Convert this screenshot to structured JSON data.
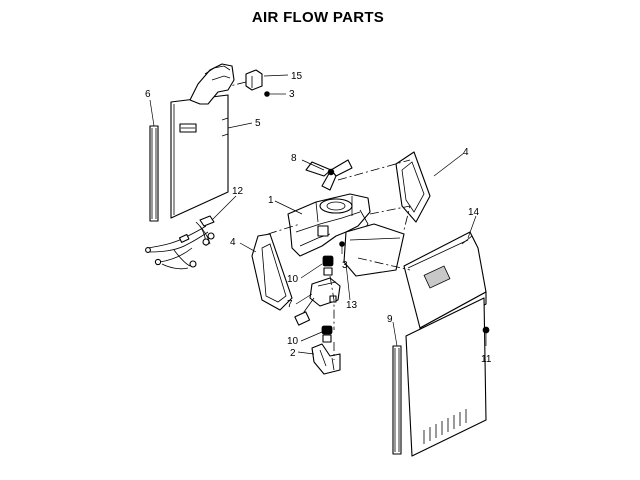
{
  "title": "AIR FLOW PARTS",
  "callouts": {
    "c1": "1",
    "c2": "2",
    "c3a": "3",
    "c3b": "3",
    "c4a": "4",
    "c4b": "4",
    "c5": "5",
    "c6": "6",
    "c7": "7",
    "c8": "8",
    "c9": "9",
    "c10a": "10",
    "c10b": "10",
    "c11": "11",
    "c12": "12",
    "c13": "13",
    "c14": "14",
    "c15": "15"
  }
}
